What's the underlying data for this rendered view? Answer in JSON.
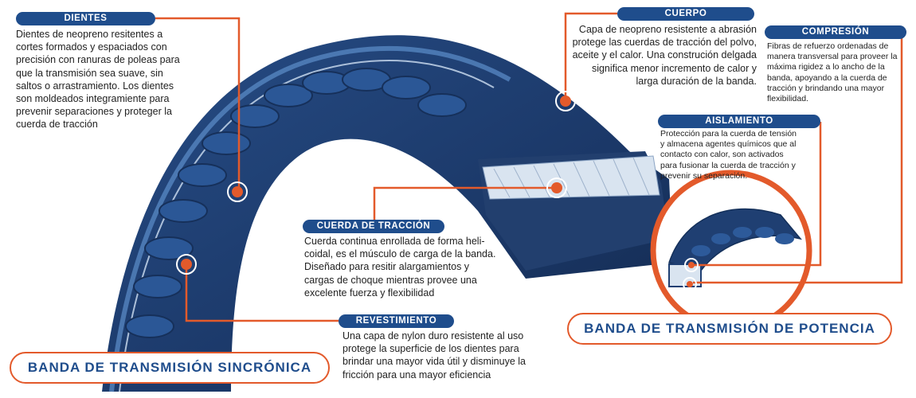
{
  "colors": {
    "accent": "#e35a2b",
    "brand": "#1f4d8c",
    "belt": "#18335f",
    "belt_light": "#4a7fc0"
  },
  "callouts": {
    "dientes": {
      "title": "DIENTES",
      "lines": [
        "Dientes de neopreno resitentes a",
        "cortes formados y espaciados con",
        "precisión con ranuras de poleas para",
        "que la transmisión sea suave, sin",
        "saltos o arrastramiento. Los dientes",
        "son moldeados integramiente para",
        "prevenir separaciones y proteger la",
        "cuerda de tracción"
      ]
    },
    "cuerpo": {
      "title": "CUERPO",
      "lines": [
        "Capa de neopreno resistente a abrasión",
        "protege las cuerdas de tracción del polvo,",
        "aceite y el calor. Una construción delgada",
        "significa menor incremento de calor y",
        "larga duración de la banda."
      ]
    },
    "compresion": {
      "title": "COMPRESIÓN",
      "lines": [
        "Fibras de refuerzo ordenadas de",
        "manera transversal para proveer la",
        "máxima rigidez a lo ancho de la",
        "banda, apoyando a la cuerda de",
        "tracción y brindando una mayor",
        "flexibilidad."
      ]
    },
    "aislamiento": {
      "title": "AISLAMIENTO",
      "lines": [
        "Protección para la cuerda de tensión",
        "y almacena agentes químicos que al",
        "contacto con calor, son activados",
        "para fusionar la cuerda de tracción y",
        "prevenir su separación."
      ]
    },
    "cuerda_traccion": {
      "title": "CUERDA DE TRACCIÓN",
      "lines": [
        "Cuerda continua enrollada de forma heli-",
        "coidal, es el músculo de carga de la banda.",
        "Diseñado para resitir alargamientos y",
        "cargas de choque mientras provee una",
        "excelente fuerza y flexibilidad"
      ]
    },
    "revestimiento": {
      "title": "REVESTIMIENTO",
      "lines": [
        "Una capa de nylon duro resistente al uso",
        "protege la superficie de los dientes para",
        "brindar una mayor vida útil y disminuye la",
        "fricción para una mayor eficiencia"
      ]
    }
  },
  "banners": {
    "sincronica": "BANDA DE TRANSMISIÓN SINCRÓNICA",
    "potencia": "BANDA DE TRANSMISIÓN DE POTENCIA"
  }
}
